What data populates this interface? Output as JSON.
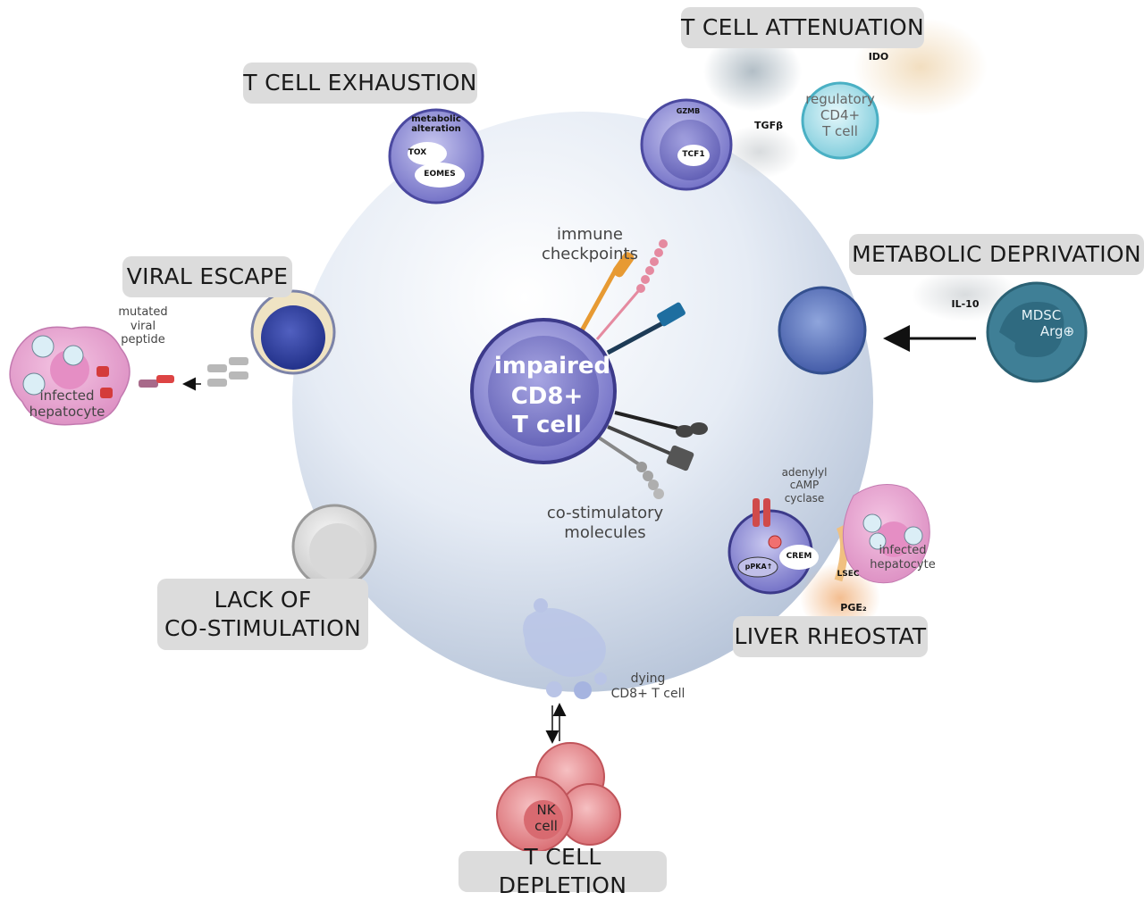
{
  "center": {
    "title_line1": "impaired",
    "title_line2": "CD8+",
    "title_line3": "T cell",
    "immune_checkpoints": "immune\ncheckpoints",
    "costimulatory": "co-stimulatory\nmolecules"
  },
  "exhaustion": {
    "title": "T CELL EXHAUSTION",
    "metabolic": "metabolic\nalteration",
    "tox": "TOX",
    "eomes": "EOMES"
  },
  "attenuation": {
    "title": "T CELL ATTENUATION",
    "gzmb": "GZMB",
    "tcf1": "TCF1",
    "tgfb": "TGFβ",
    "ido": "IDO",
    "treg": "regulatory\nCD4+\nT cell"
  },
  "metabolic": {
    "title": "METABOLIC DEPRIVATION",
    "il10": "IL-10",
    "mdsc": "MDSC",
    "arg": "Arg⊕"
  },
  "viral": {
    "title": "VIRAL ESCAPE",
    "peptide": "mutated\nviral\npeptide",
    "infected": "infected\nhepatocyte"
  },
  "costim": {
    "title": "LACK OF\nCO-STIMULATION"
  },
  "rheostat": {
    "title": "LIVER RHEOSTAT",
    "adenylyl": "adenylyl\ncAMP\ncyclase",
    "crem": "CREM",
    "ppka": "pPKA↑",
    "lsec": "LSEC",
    "pge2": "PGE₂",
    "infected": "infected\nhepatocyte"
  },
  "depletion": {
    "title": "T CELL DEPLETION",
    "dying": "dying\nCD8+ T cell",
    "nk": "NK\ncell"
  },
  "colors": {
    "sphere": "#dfe6f1",
    "tcell": "#8f8ed6",
    "nk": "#e8868a",
    "hepatocyte": "#e29ac9",
    "mdsc": "#3f7f96",
    "treg": "#8fd3e0"
  }
}
